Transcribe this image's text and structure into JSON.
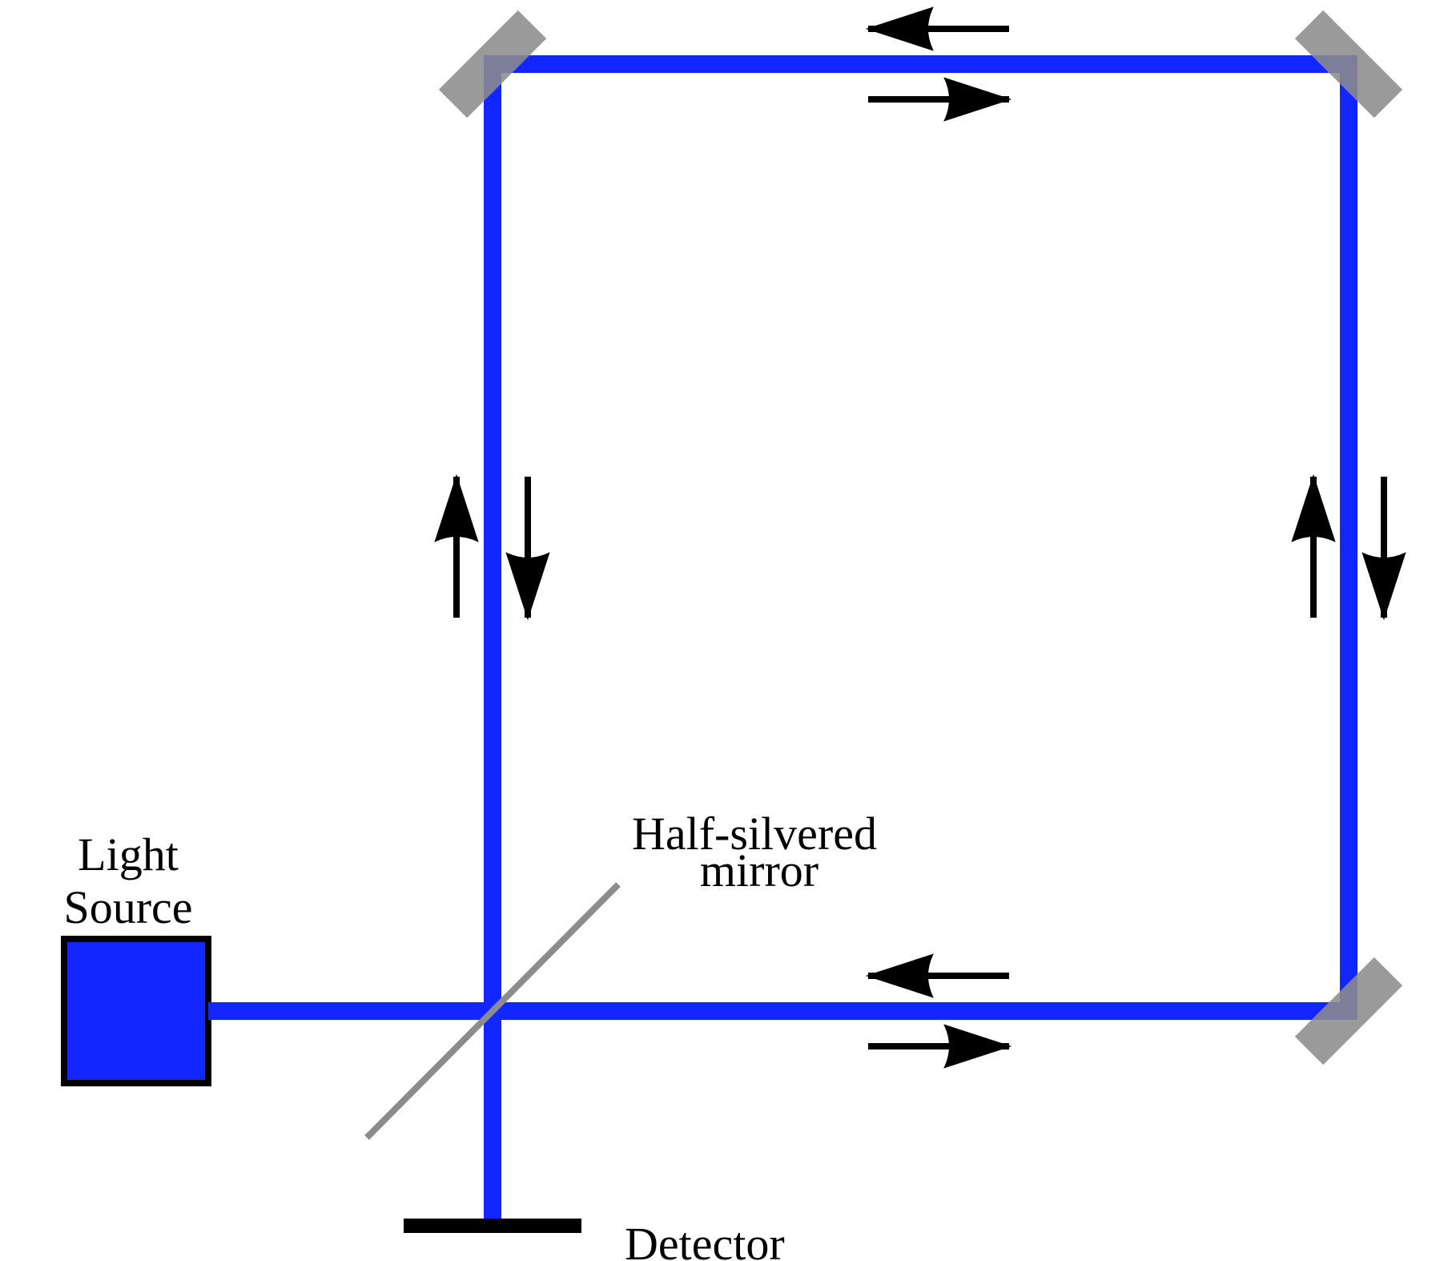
{
  "labels": {
    "light_source": [
      "Light",
      "Source"
    ],
    "half_silvered_mirror": [
      "Half-silvered",
      "mirror"
    ],
    "detector": "Detector"
  },
  "colors": {
    "beam": "#1226ff",
    "mirror": "#8c8c8c",
    "arrow": "#000000",
    "background": "#ffffff"
  }
}
